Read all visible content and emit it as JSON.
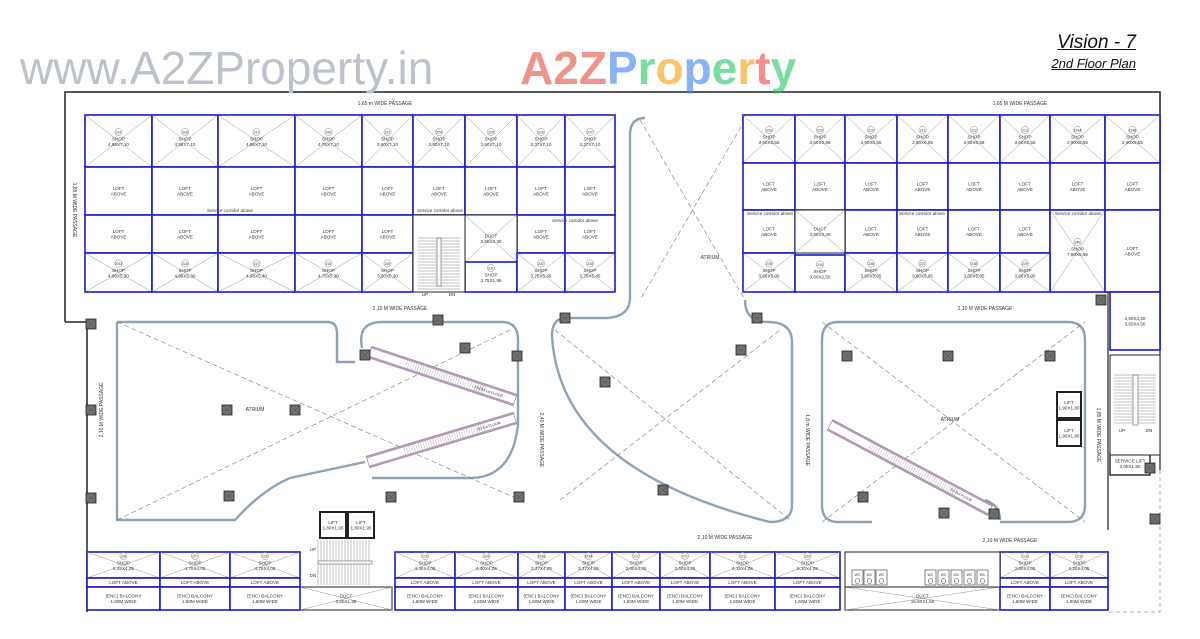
{
  "header": {
    "title": "Vision - 7",
    "subtitle": "2nd Floor Plan"
  },
  "watermark": "www.A2ZProperty.in",
  "logo": {
    "text": "A2ZProperty",
    "colors": [
      "#e74c3c",
      "#e74c3c",
      "#e74c3c",
      "#3b82f6",
      "#22c55e",
      "#f59e0b",
      "#3b82f6",
      "#22c55e",
      "#f59e0b",
      "#ef4444",
      "#22c55e"
    ]
  },
  "colors": {
    "wall": "#1a1ac8",
    "outline": "#222222",
    "atrium": "#8fa3b8",
    "column": "#707070",
    "escalator": "#b89ab8"
  },
  "passages": [
    {
      "id": "top-left",
      "text": "1,65 m WIDE PASSAGE"
    },
    {
      "id": "top-right",
      "text": "1,65 M WIDE PASSAGE"
    },
    {
      "id": "mid-left",
      "text": "2,10 M WIDE PASSAGE"
    },
    {
      "id": "mid-right",
      "text": "2,10 M WIDE PASSAGE"
    },
    {
      "id": "bottom-center",
      "text": "2,10 M WIDE PASSAGE"
    },
    {
      "id": "bottom-right",
      "text": "2,10 M WIDE PASSAGE"
    },
    {
      "id": "left-vertical",
      "text": "2,10 M WIDE PASSAGE"
    },
    {
      "id": "center-vertical",
      "text": "2,40 M WIDE PASSAGE"
    },
    {
      "id": "right-vertical",
      "text": "1,8 m WIDE PASSAGE"
    },
    {
      "id": "lift-vertical",
      "text": "1,85 M WIDE PASSAGE"
    },
    {
      "id": "far-left-vertical",
      "text": "1,65 M WIDE PASSAGE"
    }
  ],
  "atrium_label": "ATRIUM",
  "loft_label": [
    "LOFT",
    "ABOVE"
  ],
  "service_corridor": "Service corridor above",
  "escalator_labels": [
    "FROM 1st FLOOR",
    "TO 3rd FLOOR",
    "TO 3rd FLOOR"
  ],
  "top_left": {
    "shops_top": [
      {
        "no": "214",
        "dim": "4,98X7,10"
      },
      {
        "no": "218",
        "dim": "4,98X7,10"
      },
      {
        "no": "217",
        "dim": "4,98X7,10"
      },
      {
        "no": "220",
        "dim": "4,75X7,10"
      },
      {
        "no": "221",
        "dim": "3,60X7,10"
      },
      {
        "no": "224",
        "dim": "3,60X7,10"
      },
      {
        "no": "225",
        "dim": "3,60X7,10"
      },
      {
        "no": "226",
        "dim": "3,37X7,10"
      },
      {
        "no": "227",
        "dim": "3,37X7,10"
      }
    ],
    "shops_bottom": [
      {
        "no": "2013",
        "dim": "4,98X5,30"
      },
      {
        "no": "216",
        "dim": "4,98X5,30"
      },
      {
        "no": "217",
        "dim": "4,98X5,40"
      },
      {
        "no": "215",
        "dim": "4,75X5,30"
      },
      {
        "no": "219",
        "dim": "3,60X5,30"
      },
      {
        "no": "231",
        "dim": "3,75X1,95"
      },
      {
        "no": "232",
        "dim": "3,75X5,45"
      },
      {
        "no": "233",
        "dim": "3,75X5,45"
      }
    ],
    "duct": {
      "label": "DUCT",
      "dim": "3,65X3,30"
    },
    "stair": {
      "up": "UP",
      "dn": "DN"
    }
  },
  "top_right": {
    "shops_top": [
      {
        "no": "228",
        "dim": "3,60X6,55"
      },
      {
        "no": "229",
        "dim": "3,60X6,55"
      },
      {
        "no": "210",
        "dim": "3,60X6,55"
      },
      {
        "no": "211",
        "dim": "3,60X6,55"
      },
      {
        "no": "212",
        "dim": "3,60X6,55"
      },
      {
        "no": "213",
        "dim": "3,60X6,55"
      },
      {
        "no": "214A",
        "dim": "2,90X6,55"
      },
      {
        "no": "214B",
        "dim": "2,90X6,55"
      }
    ],
    "shops_bottom": [
      {
        "no": "235",
        "dim": "3,60X5,95"
      },
      {
        "no": "234",
        "dim": "3,60X2,50"
      },
      {
        "no": "236",
        "dim": "3,60X5,95"
      },
      {
        "no": "237",
        "dim": "3,60X5,95"
      },
      {
        "no": "238",
        "dim": "3,60X5,95"
      },
      {
        "no": "239",
        "dim": "3,60X5,95"
      }
    ],
    "shop_large": {
      "no": "240",
      "dim": "7,80X5,95"
    },
    "duct": {
      "label": "DUCT",
      "dim": "3,60X3,30"
    },
    "extra_dims": [
      "3,60X4,50",
      "3,60X4,50"
    ]
  },
  "lifts_right": [
    {
      "label": "LIFT",
      "dim": "1,90X1,80"
    },
    {
      "label": "LIFT",
      "dim": "1,90X1,80"
    }
  ],
  "service_lift": {
    "label": "SERVICE LIFT",
    "dim": "3,00X1,80"
  },
  "right_stair": {
    "up": "UP",
    "dn": "DN"
  },
  "lifts_bottom": [
    {
      "label": "LIFT",
      "dim": "1,80X1,95"
    },
    {
      "label": "LIFT",
      "dim": "1,80X1,95"
    }
  ],
  "bottom_stair": {
    "up": "UP",
    "dn": "DN"
  },
  "bottom_shops": [
    {
      "no": "228",
      "dim": "5,45X4,05"
    },
    {
      "no": "227",
      "dim": "4,75X4,05"
    },
    {
      "no": "226",
      "dim": "4,75X4,05"
    },
    {
      "no": "225",
      "dim": "4,40X4,05"
    },
    {
      "no": "224",
      "dim": "4,40X4,05"
    },
    {
      "no": "223B",
      "dim": "3,37X4,05"
    },
    {
      "no": "223A",
      "dim": "3,37X4,05"
    },
    {
      "no": "222",
      "dim": "3,60X4,05"
    },
    {
      "no": "222",
      "dim": "3,60X4,05"
    },
    {
      "no": "221",
      "dim": "4,15X4,05"
    },
    {
      "no": "220",
      "dim": "5,10X4,05"
    },
    {
      "no": "219",
      "dim": "3,60X4,05"
    },
    {
      "no": "218",
      "dim": "4,20X4,05"
    }
  ],
  "bottom_loft": "LOFT ABOVE",
  "balcony": [
    "(ENC) BALCONY",
    "1,60M WIDE"
  ],
  "bottom_ducts": [
    {
      "label": "DUCT",
      "dim": "3,80X1,95"
    },
    {
      "label": "DUCT",
      "dim": "16,80X1,55"
    }
  ],
  "wc_label": "WC"
}
